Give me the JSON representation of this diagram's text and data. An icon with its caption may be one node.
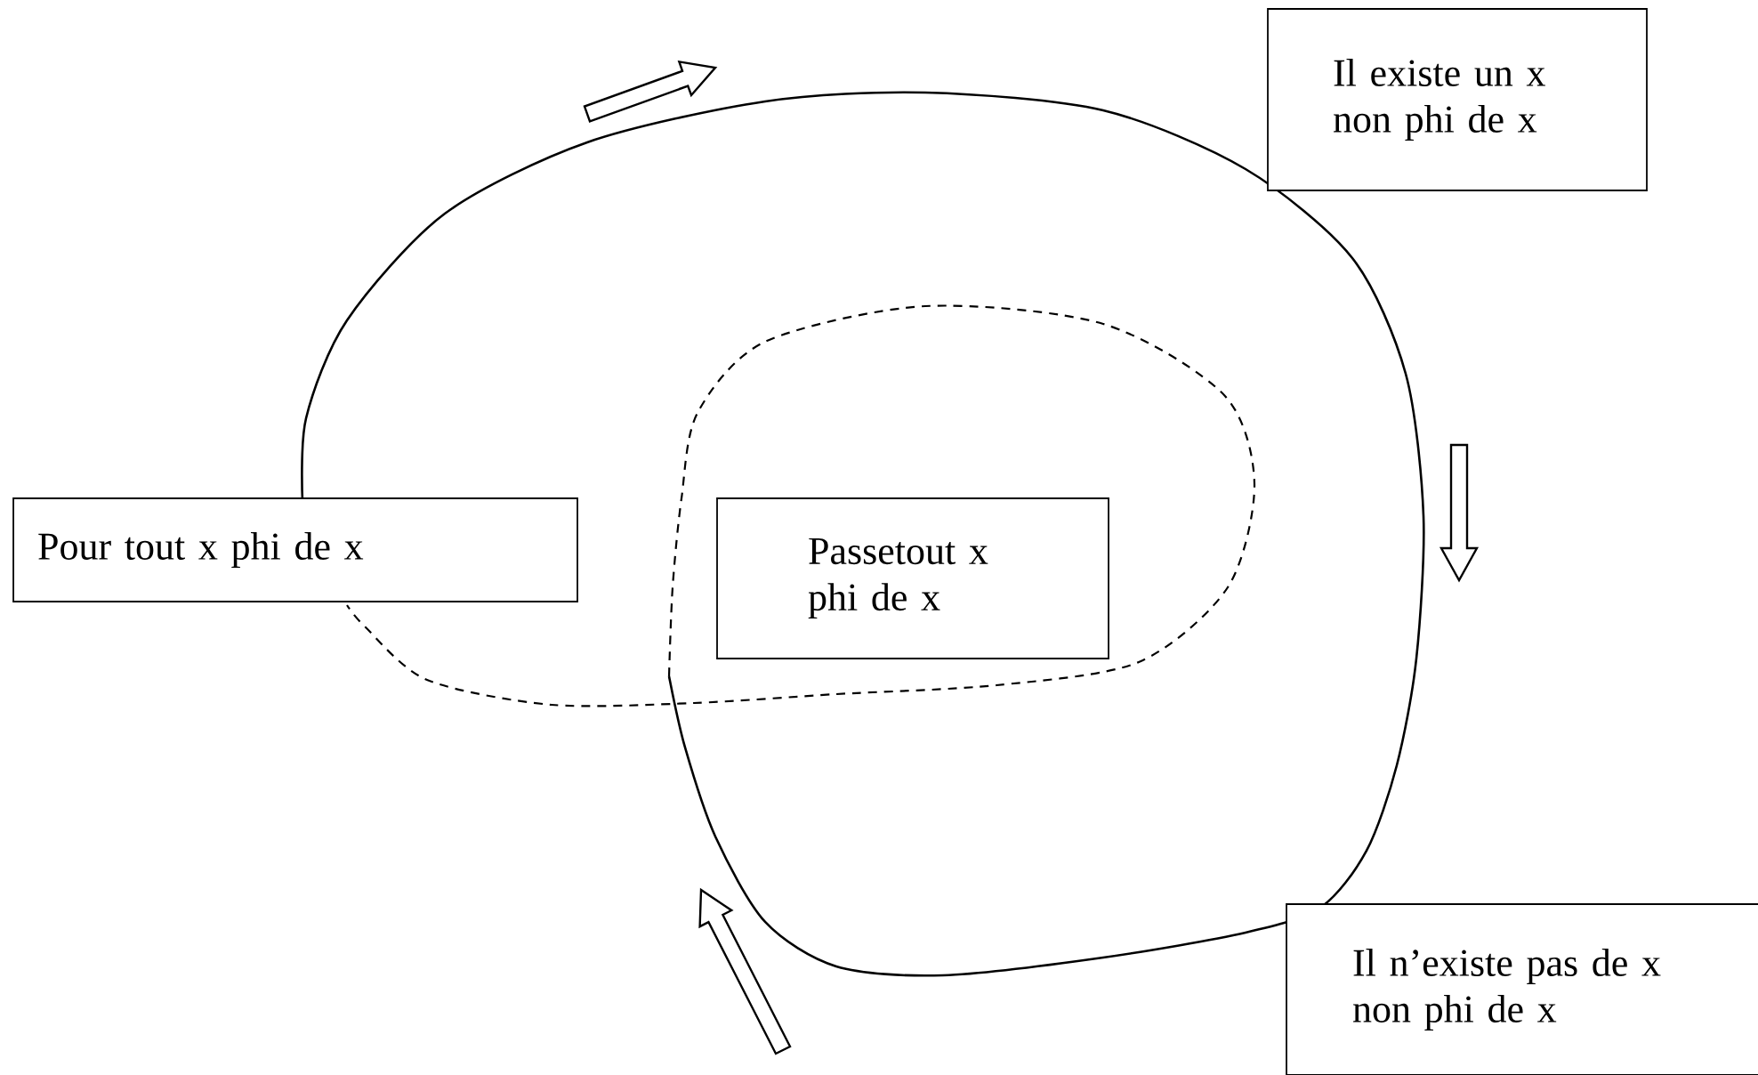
{
  "diagram": {
    "nodes": [
      {
        "text": [
          "Il existe un x non phi de x"
        ]
      },
      {
        "text": [
          "Pour tout x phi de x"
        ]
      },
      {
        "text": [
          "Passetout x phi de x"
        ]
      },
      {
        "text": [
          "Il n’existe pas de x non phi de x"
        ]
      }
    ]
  }
}
